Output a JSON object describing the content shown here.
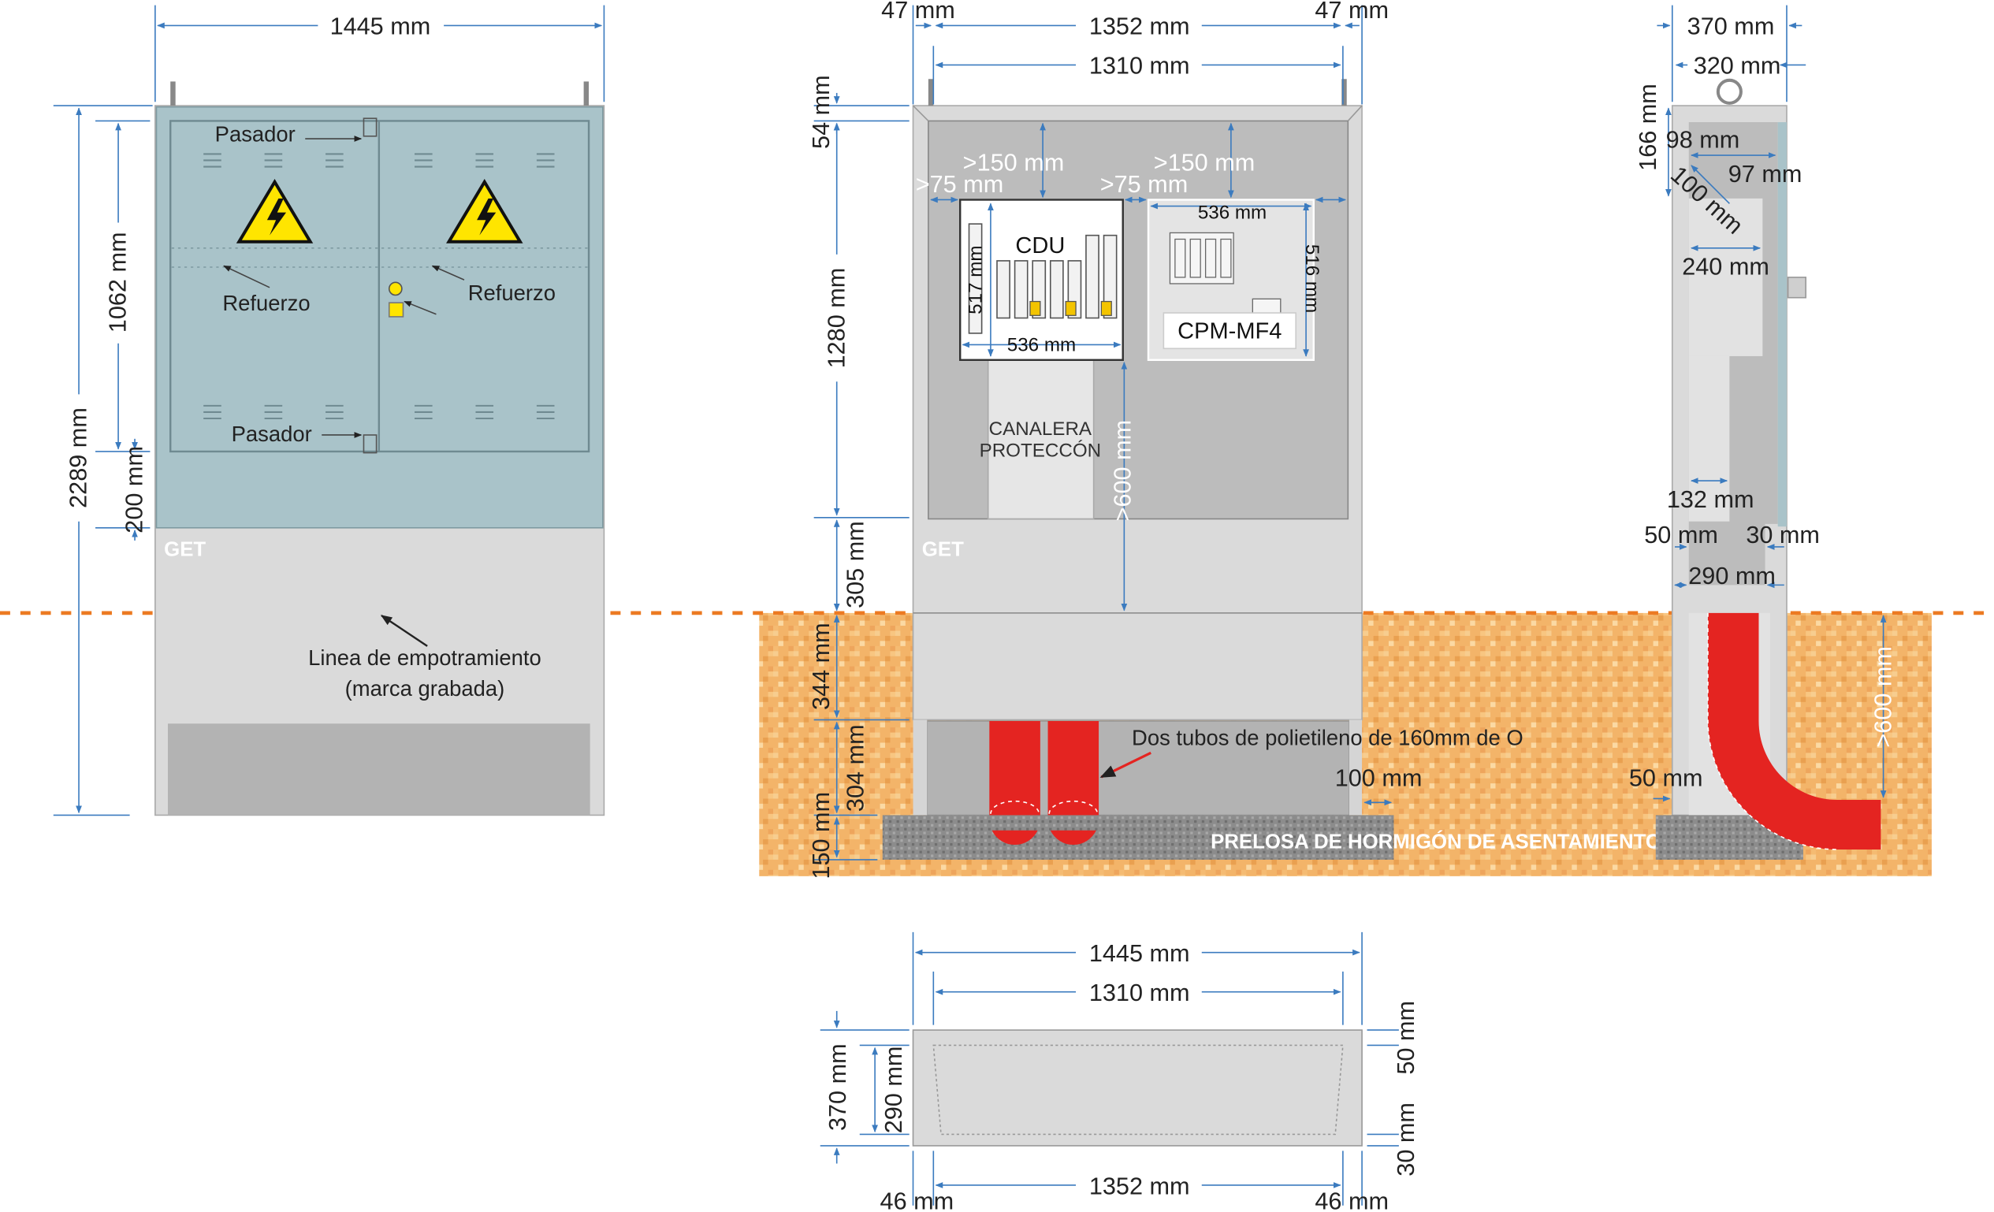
{
  "colors": {
    "door": "#a9c3c9",
    "concrete": "#dadada",
    "concrete_dark": "#b3b3b3",
    "interior": "#bcbcbc",
    "dim_line": "#3b7bbf",
    "tube": "#e42421",
    "soil": "#f3b469",
    "slab": "#8a8a8a",
    "ground_line": "#ec7a22"
  },
  "front_view": {
    "width_dim": "1445 mm",
    "height_total": "2289 mm",
    "door_height": "1062 mm",
    "lower_height": "200 mm",
    "pasador_top": "Pasador",
    "pasador_bottom": "Pasador",
    "refuerzo_left": "Refuerzo",
    "refuerzo_right": "Refuerzo",
    "brand": "GET",
    "embed_line": "Linea de empotramiento",
    "embed_line_sub": "(marca grabada)"
  },
  "interior_view": {
    "side_left": "47 mm",
    "inner_1352": "1352 mm",
    "side_right": "47 mm",
    "inner_1310": "1310 mm",
    "top_54": "54 mm",
    "h_1280": "1280 mm",
    "h_305": "305 mm",
    "h_344": "344 mm",
    "h_304": "304 mm",
    "h_150": "150 mm",
    "clear_150a": ">150 mm",
    "clear_150b": ">150 mm",
    "clear_75a": ">75 mm",
    "clear_75b": ">75 mm",
    "cdu_label": "CDU",
    "cdu_h": "517 mm",
    "cdu_w": "536 mm",
    "cpm_w": "536 mm",
    "cpm_h": "516 mm",
    "cpm_label": "CPM-MF4",
    "canal_1": "CANALERA",
    "canal_2": "PROTECCÓN",
    "clear_600": ">600 mm",
    "brand": "GET",
    "tubes_note": "Dos tubos de polietileno de 160mm de O",
    "slab_overhang": "100 mm",
    "slab_label": "PRELOSA DE HORMIGÓN DE ASENTAMIENTO"
  },
  "side_view": {
    "w_370": "370 mm",
    "w_320": "320 mm",
    "h_166": "166 mm",
    "d_98": "98 mm",
    "d_97": "97 mm",
    "d_100": "100 mm",
    "d_240": "240 mm",
    "d_132": "132 mm",
    "d_50": "50 mm",
    "d_30": "30 mm",
    "d_290": "290 mm",
    "clear_600": ">600 mm",
    "slab_50": "50 mm"
  },
  "plan_view": {
    "w_1445": "1445 mm",
    "w_1310": "1310 mm",
    "d_370": "370 mm",
    "d_290": "290 mm",
    "t_50": "50 mm",
    "t_30": "30 mm",
    "b_46l": "46 mm",
    "b_1352": "1352 mm",
    "b_46r": "46 mm"
  }
}
